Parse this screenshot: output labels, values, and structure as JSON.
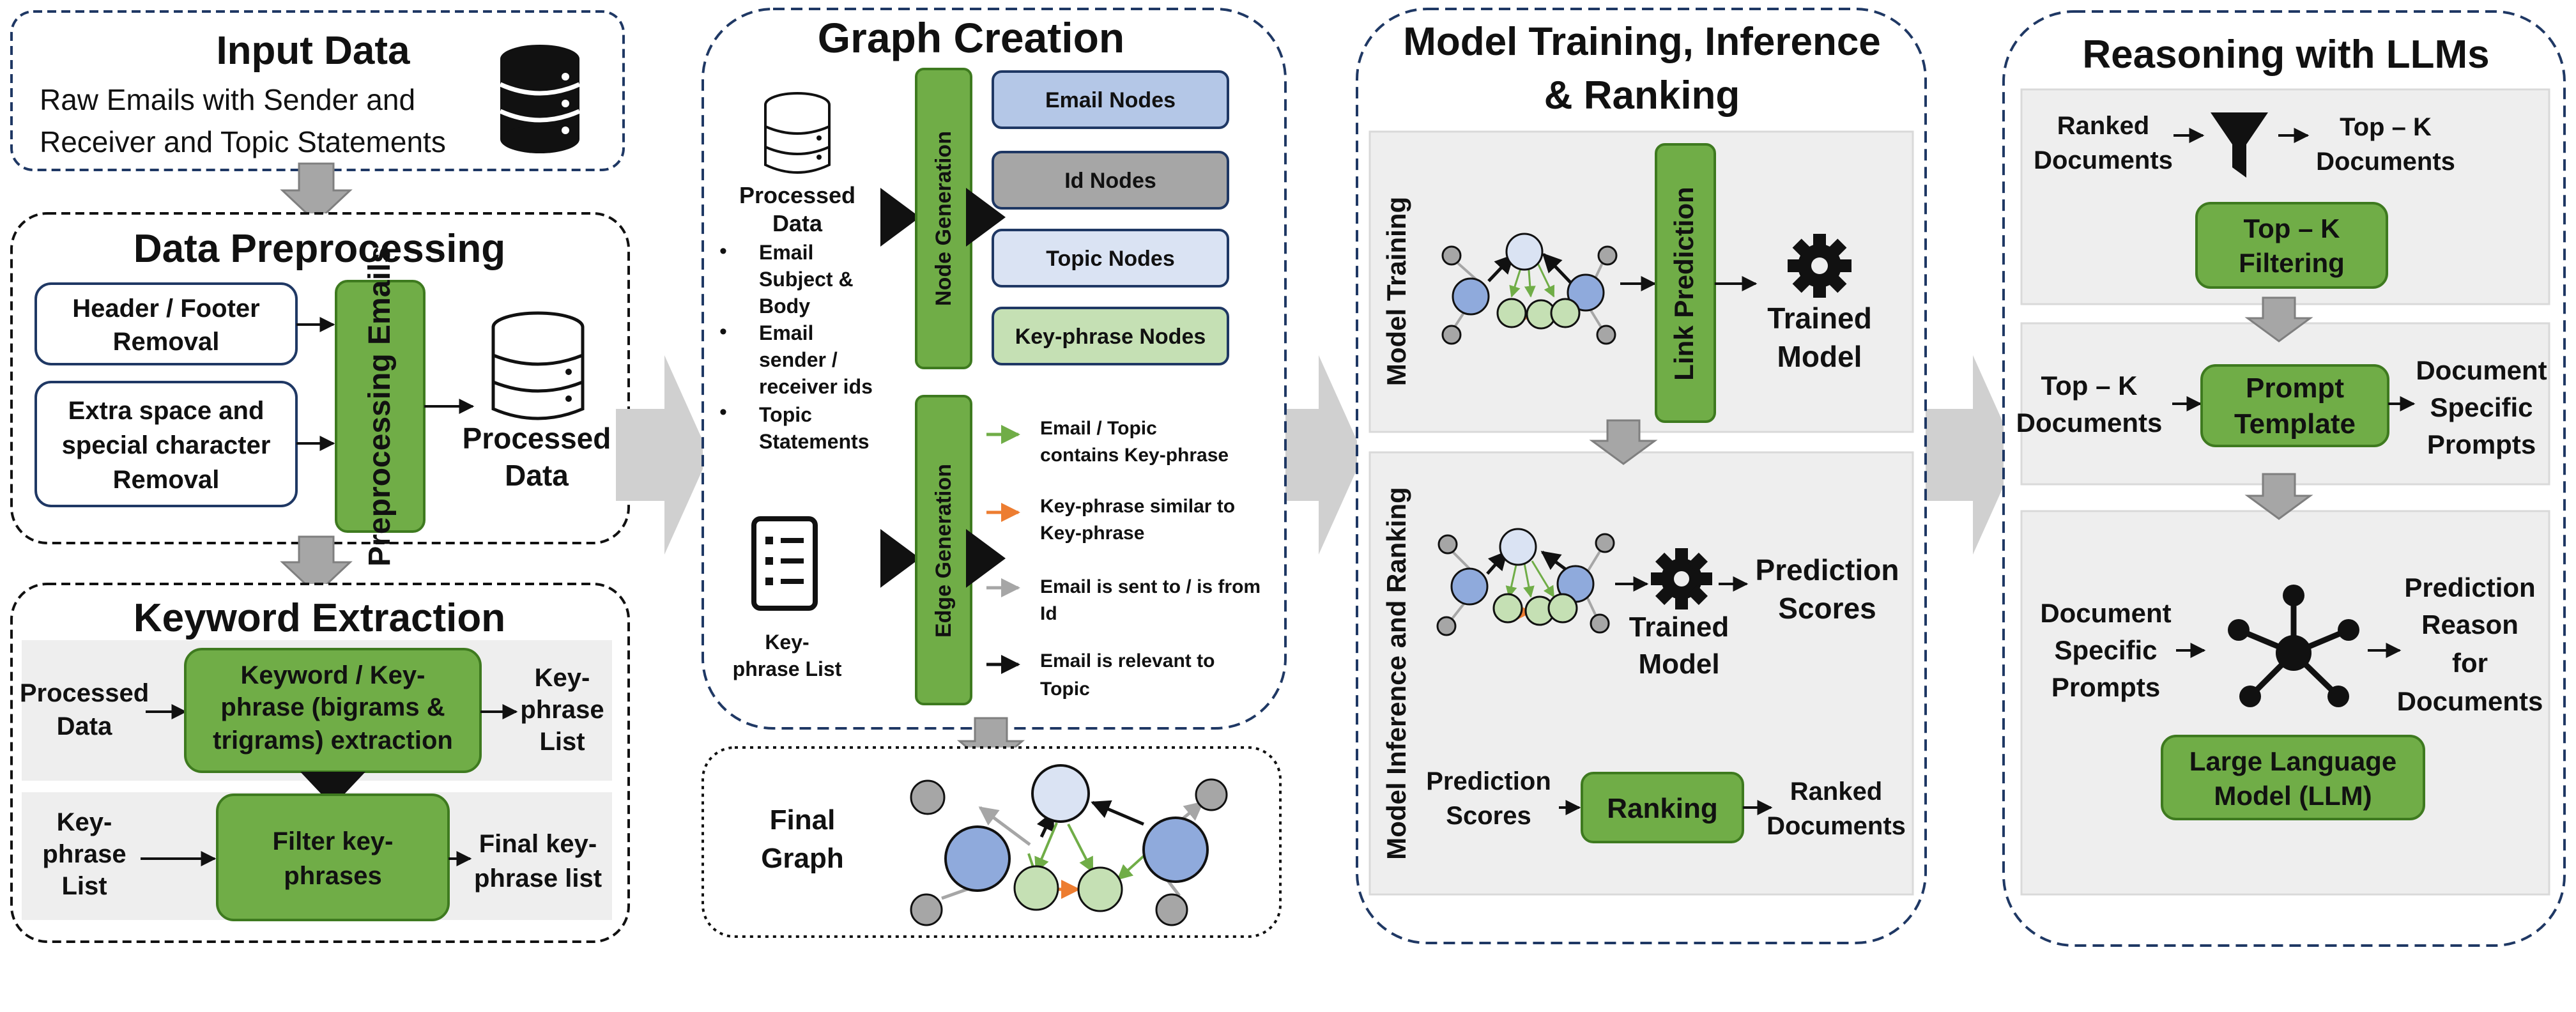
{
  "panel1": {
    "input": {
      "title": "Input Data",
      "desc": [
        "Raw Emails with Sender and",
        "Receiver and Topic Statements"
      ],
      "icon": "database-icon"
    },
    "preprocessing": {
      "title": "Data Preprocessing",
      "header_footer": [
        "Header / Footer",
        "Removal"
      ],
      "extra_space": [
        "Extra space and",
        "special character",
        "Removal"
      ],
      "engine": "Preprocessing Emails",
      "output": [
        "Processed",
        "Data"
      ]
    },
    "keyword": {
      "title": "Keyword Extraction",
      "row1_in": [
        "Processed",
        "Data"
      ],
      "row1_box": [
        "Keyword / Key-",
        "phrase (bigrams &",
        "trigrams) extraction"
      ],
      "row1_out": [
        "Key-",
        "phrase",
        "List"
      ],
      "row2_in": [
        "Key-",
        "phrase",
        "List"
      ],
      "row2_box": [
        "Filter key-",
        "phrases"
      ],
      "row2_out": [
        "Final key-",
        "phrase list"
      ]
    }
  },
  "panel2": {
    "title": "Graph Creation",
    "processed": [
      "Processed",
      "Data"
    ],
    "bullets": [
      [
        "Email",
        "Subject &",
        "Body"
      ],
      [
        "Email",
        "sender /",
        "receiver ids"
      ],
      [
        "Topic",
        "Statements"
      ]
    ],
    "keyphrase_list": [
      "Key-",
      "phrase List"
    ],
    "node_gen": "Node Generation",
    "edge_gen": "Edge Generation",
    "nodes": [
      "Email Nodes",
      "Id Nodes",
      "Topic Nodes",
      "Key-phrase Nodes"
    ],
    "edges": [
      [
        "Email / Topic",
        "contains Key-phrase"
      ],
      [
        "Key-phrase similar to",
        "Key-phrase"
      ],
      [
        "Email is sent to / is from",
        "Id"
      ],
      [
        "Email is relevant to",
        "Topic"
      ]
    ],
    "final_graph": [
      "Final",
      "Graph"
    ]
  },
  "panel3": {
    "title": [
      "Model Training, Inference",
      "& Ranking"
    ],
    "training_label": "Model Training",
    "inference_label": "Model Inference and Ranking",
    "link_prediction": "Link Prediction",
    "trained_model": [
      "Trained",
      "Model"
    ],
    "prediction_scores": [
      "Prediction",
      "Scores"
    ],
    "rank_in": [
      "Prediction",
      "Scores"
    ],
    "ranking": "Ranking",
    "ranked_docs": [
      "Ranked",
      "Documents"
    ]
  },
  "panel4": {
    "title": "Reasoning with LLMs",
    "ranked_docs": [
      "Ranked",
      "Documents"
    ],
    "topk_docs": [
      "Top – K",
      "Documents"
    ],
    "topk_filter": [
      "Top – K",
      "Filtering"
    ],
    "topk_in": [
      "Top – K",
      "Documents"
    ],
    "prompt_template": [
      "Prompt",
      "Template"
    ],
    "doc_prompts": [
      "Document",
      "Specific",
      "Prompts"
    ],
    "doc_prompts_in": [
      "Document",
      "Specific",
      "Prompts"
    ],
    "prediction_reason": [
      "Prediction",
      "Reason",
      "for",
      "Documents"
    ],
    "llm": [
      "Large Language",
      "Model (LLM)"
    ]
  },
  "colors": {
    "green": "#70AD47",
    "green_border": "#3E7A1F",
    "light_green": "#C5E0B4",
    "light_blue": "#B4C7E7",
    "gray_node": "#A6A6A6",
    "topic_fill": "#DAE3F3",
    "blue_node": "#8FAADC",
    "orange": "#ED7D31",
    "panel_border": "#1F3864",
    "band": "#EEEEEE"
  }
}
